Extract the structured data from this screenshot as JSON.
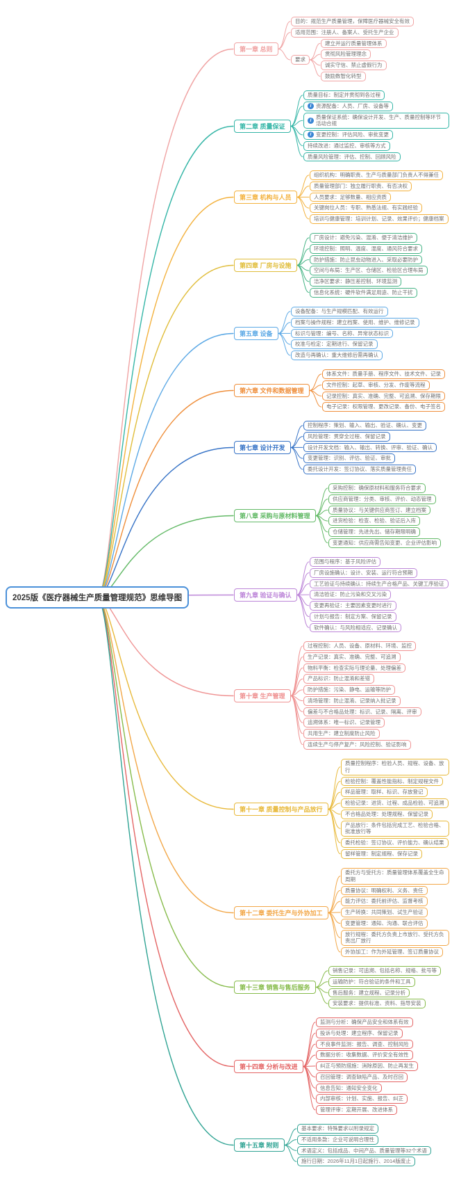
{
  "title": "2025版《医疗器械生产质量管理规范》思维导图",
  "colors": {
    "root": "#4a90d9"
  },
  "chapters": [
    {
      "label": "第一章 总则",
      "color": "#f0a3a3",
      "items": [
        {
          "text": "目的：规范生产质量管理，保障医疗器械安全有效"
        },
        {
          "text": "适用范围：注册人、备案人、受托生产企业"
        },
        {
          "text": "要求",
          "children": [
            {
              "text": "建立并运行质量管理体系"
            },
            {
              "text": "贯彻风险管理理念"
            },
            {
              "text": "诚实守信、禁止虚假行为"
            },
            {
              "text": "鼓励数智化转型"
            }
          ]
        }
      ]
    },
    {
      "label": "第二章 质量保证",
      "color": "#33b5a6",
      "items": [
        {
          "text": "质量目标：制定并贯彻到各过程"
        },
        {
          "text": "资源配备：人员、厂房、设备等",
          "icon": "info"
        },
        {
          "text": "质量保证系统：确保设计开发、生产、质量控制等环节活动合规",
          "icon": "info"
        },
        {
          "text": "变更控制：评估风险、审批变更",
          "icon": "info"
        },
        {
          "text": "持续改进：通过监控、审核等方式"
        },
        {
          "text": "质量风险管理：评估、控制、回顾风险"
        }
      ]
    },
    {
      "label": "第三章 机构与人员",
      "color": "#f3b13c",
      "items": [
        {
          "text": "组织机构：明确职责、生产与质量部门负责人不得兼任"
        },
        {
          "text": "质量管理部门：独立履行职责、有否决权"
        },
        {
          "text": "人员要求：足够数量、相应资质"
        },
        {
          "text": "关键岗位人员：专职、熟悉法规、有实践经验"
        },
        {
          "text": "培训与健康管理：培训计划、记录、效果评价；健康档案"
        }
      ]
    },
    {
      "label": "第四章 厂房与设施",
      "color": "#e0bd3a",
      "item_color": "#43b384",
      "items": [
        {
          "text": "厂房设计：避免污染、混淆、便于清洁维护"
        },
        {
          "text": "环境控制：照明、温度、湿度、通风符合要求"
        },
        {
          "text": "防护措施：防止昆虫动物进入、采取必要防护"
        },
        {
          "text": "空间与布局：生产区、仓储区、检验区合理布局"
        },
        {
          "text": "洁净区要求：静压差控制、环境监测"
        },
        {
          "text": "信息化系统：硬件软件满足用途、防止干扰"
        }
      ]
    },
    {
      "label": "第五章 设备",
      "color": "#5ba8e5",
      "items": [
        {
          "text": "设备配备：与生产规模匹配、有效运行"
        },
        {
          "text": "档案与操作规程：建立档案、使用、维护、维修记录"
        },
        {
          "text": "标识与管理：编号、名称、异常状态标识"
        },
        {
          "text": "校准与检定：定期进行、保留记录"
        },
        {
          "text": "改造与再确认：重大维修后需再确认"
        }
      ]
    },
    {
      "label": "第六章 文件和数据管理",
      "color": "#ef8e3a",
      "items": [
        {
          "text": "体系文件：质量手册、程序文件、技术文件、记录"
        },
        {
          "text": "文件控制：起草、审核、分发、作废等流程"
        },
        {
          "text": "记录控制：真实、准确、完整、可追溯、保存期限"
        },
        {
          "text": "电子记录：权限管理、更改记录、备份、电子签名"
        }
      ]
    },
    {
      "label": "第七章 设计开发",
      "color": "#3572c6",
      "items": [
        {
          "text": "控制程序：策划、输入、输出、验证、确认、变更"
        },
        {
          "text": "风险管理：贯穿全过程、保留记录"
        },
        {
          "text": "设计开发文档：输入、输出、转换、评审、验证、确认"
        },
        {
          "text": "变更管理：识别、评估、验证、审批"
        },
        {
          "text": "委托设计开发：签订协议、落实质量管理责任"
        }
      ]
    },
    {
      "label": "第八章 采购与原材料管理",
      "color": "#62b966",
      "items": [
        {
          "text": "采购控制：确保原材料和服务符合要求"
        },
        {
          "text": "供应商管理：分类、审核、评价、动态管理"
        },
        {
          "text": "质量协议：与关键供应商签订、建立档案"
        },
        {
          "text": "进货检验：检查、检验、验证后入库"
        },
        {
          "text": "仓储管理：先进先出、储存期限明确"
        },
        {
          "text": "变更通知：供应商需告知变更、企业评估影响"
        }
      ]
    },
    {
      "label": "第九章 验证与确认",
      "color": "#bc85d8",
      "items": [
        {
          "text": "范围与程序：基于风险评估"
        },
        {
          "text": "厂房设施确认：设计、安装、运行符合预期"
        },
        {
          "text": "工艺验证与持续确认：持续生产合格产品、关键工序验证"
        },
        {
          "text": "清洁验证：防止污染和交叉污染"
        },
        {
          "text": "变更再验证：主要因素变更时进行"
        },
        {
          "text": "计划与报告：制定方案、保留记录"
        },
        {
          "text": "软件确认：与风险相适应、记录确认"
        }
      ]
    },
    {
      "label": "第十章 生产管理",
      "color": "#ef9292",
      "items": [
        {
          "text": "过程控制：人员、设备、原材料、环境、监控"
        },
        {
          "text": "生产记录：真实、准确、完整、可追溯"
        },
        {
          "text": "物料平衡：检查实际与理论量、处理偏差"
        },
        {
          "text": "产品标识：防止混淆和差错"
        },
        {
          "text": "防护措施：污染、静电、运输等防护"
        },
        {
          "text": "清场管理：防止混淆、记录纳入批记录"
        },
        {
          "text": "偏差与不合格品处理：标识、记录、隔离、评审"
        },
        {
          "text": "追溯体系：唯一标识、记录管理"
        },
        {
          "text": "共用生产：建立制度防止风险"
        },
        {
          "text": "连续生产与停产复产：风险控制、验证影响"
        }
      ]
    },
    {
      "label": "第十一章 质量控制与产品放行",
      "color": "#e8b93a",
      "items": [
        {
          "text": "质量控制程序：检验人员、规程、设备、放行"
        },
        {
          "text": "检验控制：覆盖性能指标、制定规程文件"
        },
        {
          "text": "样品管理：取样、标识、存放登记"
        },
        {
          "text": "检验记录：进货、过程、成品检验、可追溯"
        },
        {
          "text": "不合格品处理：处理规程、保留记录"
        },
        {
          "text": "产品放行：条件包括完成工艺、检验合格、批准放行等"
        },
        {
          "text": "委托检验：签订协议、评价能力、确认结果"
        },
        {
          "text": "留样管理：制定规程、保存记录"
        }
      ]
    },
    {
      "label": "第十二章 委托生产与外协加工",
      "color": "#f2a748",
      "items": [
        {
          "text": "委托方与受托方：质量管理体系覆盖全生命周期"
        },
        {
          "text": "质量协议：明确权利、义务、责任"
        },
        {
          "text": "能力评估：委托前评估、监督考核"
        },
        {
          "text": "生产转换：共同策划、试生产验证"
        },
        {
          "text": "变更管理：通知、沟通、联合评估"
        },
        {
          "text": "放行规程：委托方负责上市放行、受托方负责出厂放行"
        },
        {
          "text": "外协加工：作为外延管理、签订质量协议"
        }
      ]
    },
    {
      "label": "第十三章 销售与售后服务",
      "color": "#86bb4a",
      "items": [
        {
          "text": "销售记录：可追溯、包括名称、规格、批号等"
        },
        {
          "text": "运输防护：符合验证的条件和工具"
        },
        {
          "text": "售后服务：建立规程、记录分析"
        },
        {
          "text": "安装要求：提供标准、资料、指导安装"
        }
      ]
    },
    {
      "label": "第十四章 分析与改进",
      "color": "#e46464",
      "items": [
        {
          "text": "监测与分析：确保产品安全和体系有效"
        },
        {
          "text": "投诉与处理：建立程序、保留记录"
        },
        {
          "text": "不良事件监测：报告、调查、控制风险"
        },
        {
          "text": "数据分析：收集数据、评价安全有效性"
        },
        {
          "text": "纠正与预防措施：消除原因、防止再发生"
        },
        {
          "text": "召回管理：调查缺陷产品、及时召回"
        },
        {
          "text": "信息告知：通知安全变化"
        },
        {
          "text": "内部审核：计划、实施、报告、纠正"
        },
        {
          "text": "管理评审：定期开展、改进体系"
        }
      ]
    },
    {
      "label": "第十五章 附则",
      "color": "#2fa393",
      "items": [
        {
          "text": "基本要求：特殊要求以附录规定"
        },
        {
          "text": "不适用条款：企业可说明合理性"
        },
        {
          "text": "术语定义：包括成品、中间产品、质量管理等32个术语"
        },
        {
          "text": "施行日期：2026年11月1日起施行、2014版废止"
        }
      ]
    }
  ]
}
